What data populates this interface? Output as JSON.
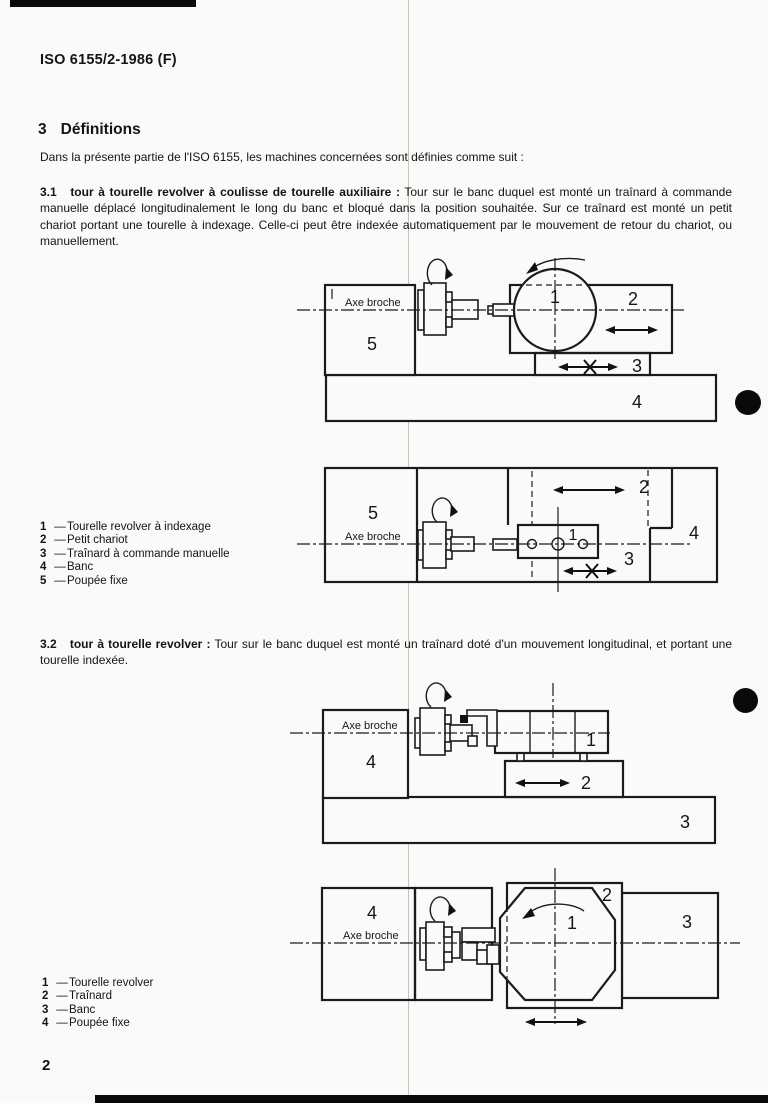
{
  "page": {
    "header": "ISO 6155/2-1986 (F)",
    "page_number": "2"
  },
  "section3": {
    "number": "3",
    "title": "Définitions",
    "intro": "Dans la présente partie de l'ISO 6155, les machines concernées sont définies comme suit :"
  },
  "def31": {
    "number": "3.1",
    "term": "tour à tourelle revolver à coulisse de tourelle auxiliaire :",
    "body": "Tour sur le banc duquel est monté un traînard à commande manuelle déplacé longitudinalement le long du banc et bloqué dans la position souhaitée. Sur ce traînard est monté un petit chariot portant une tourelle à indexage. Celle-ci peut être indexée automatiquement par le mouvement de retour du chariot, ou manuellement.",
    "legend": [
      {
        "num": "1",
        "label": "Tourelle revolver à indexage"
      },
      {
        "num": "2",
        "label": "Petit chariot"
      },
      {
        "num": "3",
        "label": "Traînard à commande manuelle"
      },
      {
        "num": "4",
        "label": "Banc"
      },
      {
        "num": "5",
        "label": "Poupée fixe"
      }
    ]
  },
  "def32": {
    "number": "3.2",
    "term": "tour à tourelle revolver :",
    "body": "Tour sur le banc duquel est monté un traînard doté d'un mouvement longitudinal, et portant une tourelle indexée.",
    "legend": [
      {
        "num": "1",
        "label": "Tourelle revolver"
      },
      {
        "num": "2",
        "label": "Traînard"
      },
      {
        "num": "3",
        "label": "Banc"
      },
      {
        "num": "4",
        "label": "Poupée fixe"
      }
    ]
  },
  "legend_separator": "—",
  "diagrams": {
    "axis_label": "Axe broche",
    "d1": {
      "n1": "1",
      "n2": "2",
      "n3": "3",
      "n4": "4",
      "n5": "5"
    },
    "d2": {
      "n1": "1",
      "n2": "2",
      "n3": "3",
      "n4": "4",
      "n5": "5"
    },
    "d3": {
      "n1": "1",
      "n2": "2",
      "n3": "3",
      "n4": "4"
    },
    "d4": {
      "n1": "1",
      "n2": "2",
      "n3": "3",
      "n4": "4"
    }
  }
}
